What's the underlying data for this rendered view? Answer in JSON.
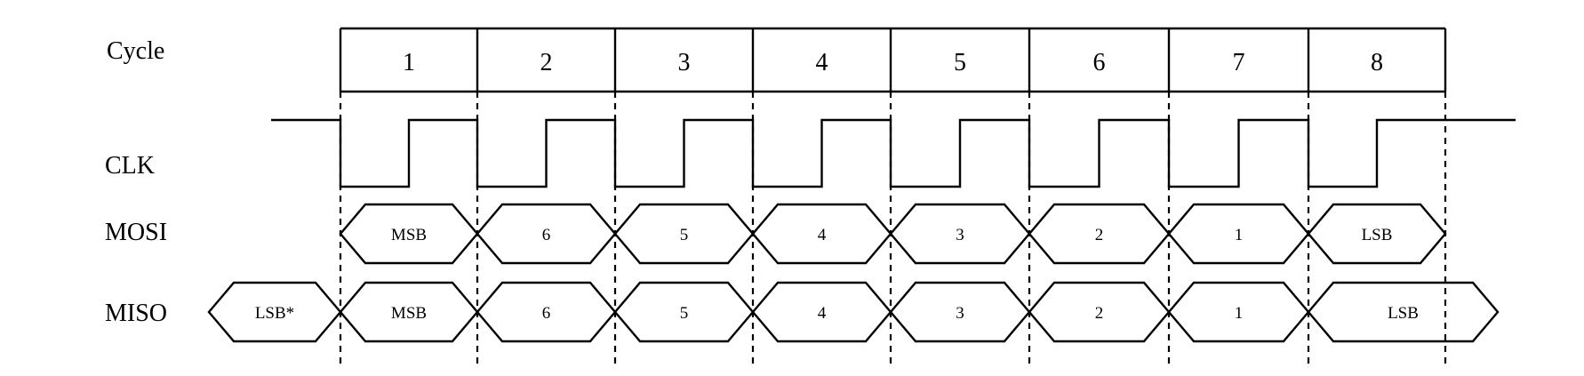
{
  "labels": {
    "cycle": "Cycle",
    "clk": "CLK",
    "mosi": "MOSI",
    "miso": "MISO"
  },
  "cycles": [
    "1",
    "2",
    "3",
    "4",
    "5",
    "6",
    "7",
    "8"
  ],
  "mosi_bits": [
    "MSB",
    "6",
    "5",
    "4",
    "3",
    "2",
    "1",
    "LSB"
  ],
  "miso_pre": "LSB*",
  "miso_bits": [
    "MSB",
    "6",
    "5",
    "4",
    "3",
    "2",
    "1",
    "LSB"
  ]
}
